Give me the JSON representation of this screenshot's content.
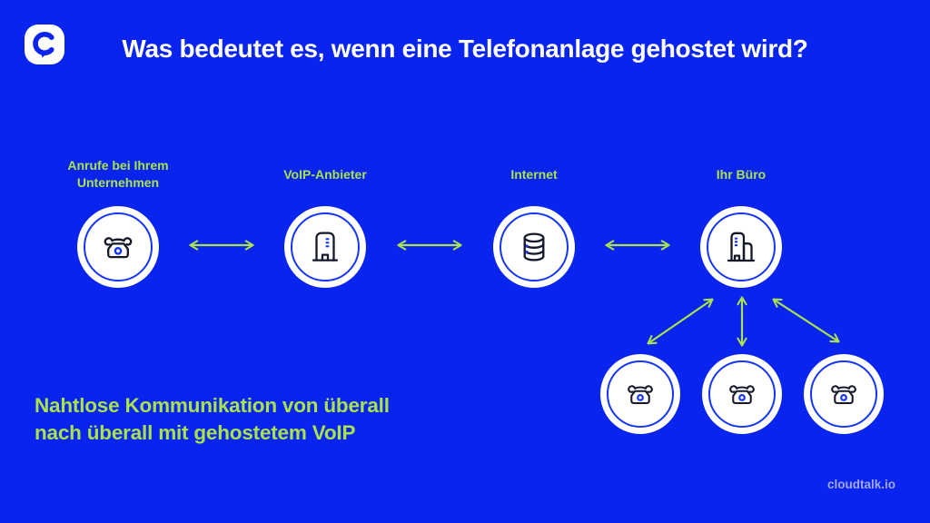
{
  "header": {
    "title": "Was bedeutet es, wenn eine Telefonanlage gehostet wird?",
    "logo": "cloudtalk-logo"
  },
  "diagram": {
    "nodes": [
      {
        "id": "calls",
        "label_line1": "Anrufe bei Ihrem",
        "label_line2": "Unternehmen",
        "icon": "phone-icon"
      },
      {
        "id": "provider",
        "label_line1": "VoIP-Anbieter",
        "label_line2": "",
        "icon": "provider-building-icon"
      },
      {
        "id": "internet",
        "label_line1": "Internet",
        "label_line2": "",
        "icon": "database-icon"
      },
      {
        "id": "office",
        "label_line1": "Ihr Büro",
        "label_line2": "",
        "icon": "office-building-icon"
      }
    ],
    "arrows": {
      "style": "double-headed",
      "horizontal_count": 3,
      "fan_count": 3
    },
    "endpoints": [
      {
        "icon": "phone-icon"
      },
      {
        "icon": "phone-icon"
      },
      {
        "icon": "phone-icon"
      }
    ]
  },
  "tagline": {
    "line1": "Nahtlose Kommunikation von überall",
    "line2": "nach überall mit gehostetem VoIP"
  },
  "footer": {
    "site": "cloudtalk.io"
  },
  "colors": {
    "background": "#0A24F0",
    "accent_lime": "#A8E24C",
    "circle_white": "#FFFFFF",
    "ring_blue": "#1536FA",
    "icon_stroke": "#15182B",
    "title_white": "#FFFFFF",
    "footer_text": "#A2A9E6"
  }
}
